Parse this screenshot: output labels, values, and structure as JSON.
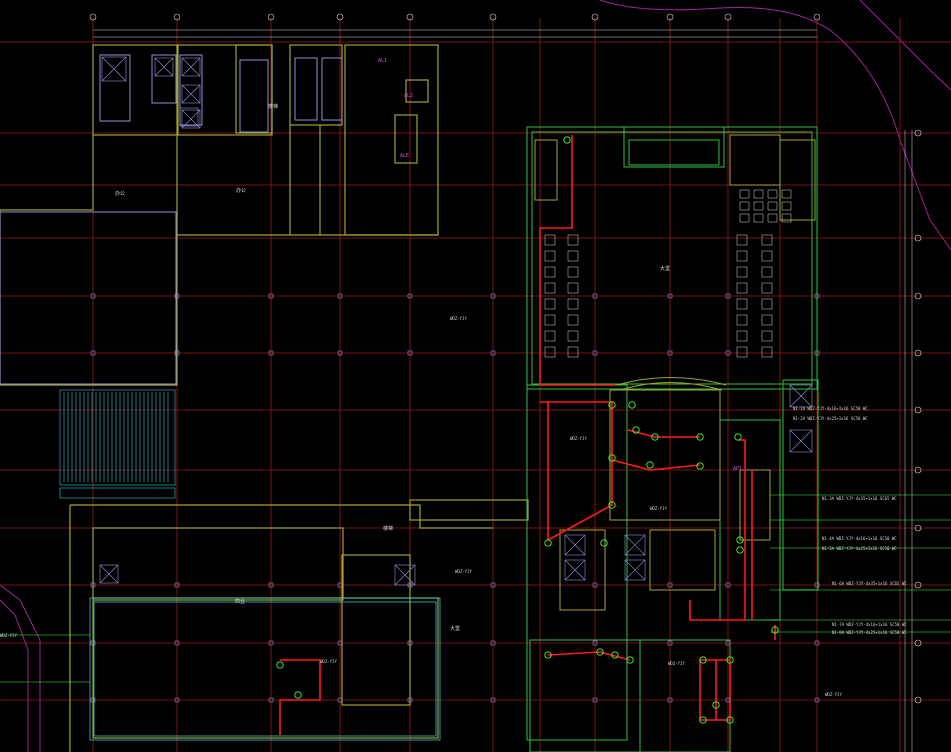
{
  "drawing": {
    "kind": "CAD electrical floor plan (dark model space)",
    "colors": {
      "background": "#000000",
      "grid_axis": "#9b1b1b",
      "walls_main": "#a3a334",
      "walls_core": "#8f8fd9",
      "walls_green": "#2fbf3f",
      "circuit_red": "#ff1a1a",
      "device_green": "#39ff3c",
      "cyan_detail": "#33c6d9",
      "magenta_boundary": "#a0209e",
      "text_white": "#d9d9d9",
      "text_magenta": "#d450d4"
    }
  },
  "labels": {
    "stair_1": "楼梯",
    "stair_2": "楼梯",
    "room_a": "办公",
    "room_b": "办公",
    "room_c": "大堂",
    "room_d": "大堂",
    "room_e": "商业",
    "panel_1": "AL1",
    "panel_2": "AL2",
    "panel_3": "AP1",
    "panel_4": "ALE",
    "note_1": "WDZ-YJY",
    "note_2": "WDZ-YJY",
    "note_3": "WDZ-YJY",
    "note_4": "WDZ-YJY",
    "note_5": "WDZ-YJY",
    "note_6": "WDZ-YJY",
    "note_7": "WDZ-YJY",
    "note_8": "WDZ-YJY"
  },
  "legend": {
    "line_1": "N1-1A WDZ-YJY-4x16+1x16 SC50 WC",
    "line_2": "N1-2A WDZ-YJY-4x25+1x16 SC50 WC",
    "line_3": "N1-3A WDZ-YJY-4x35+1x16 SC65 WC",
    "line_4": "N1-4A WDZ-YJY-4x16+1x16 SC50 WC",
    "line_5": "N1-5A WDZ-YJY-4x25+1x16 SC50 WC",
    "line_6": "N1-6A WDZ-YJY-4x35+1x16 SC65 WC",
    "line_7": "N1-7A WDZ-YJY-4x16+1x16 SC50 WC",
    "line_8": "N1-8A WDZ-YJY-4x25+1x16 SC50 WC"
  }
}
